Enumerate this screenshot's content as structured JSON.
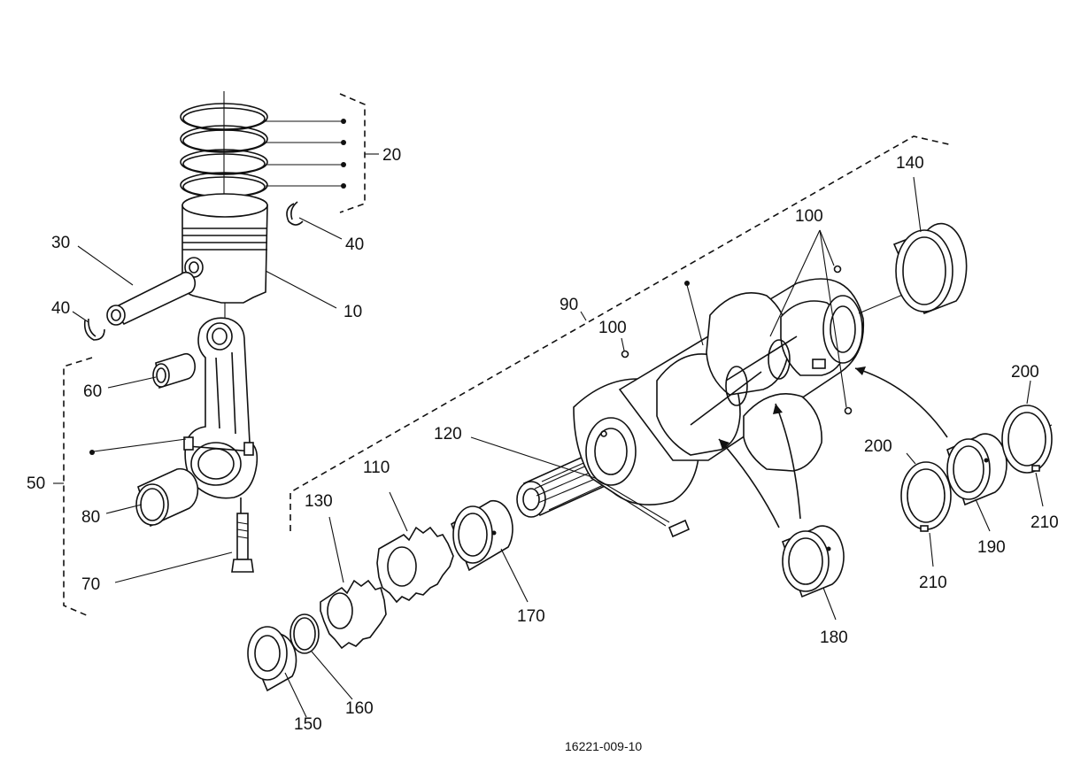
{
  "figure_code": "16221-009-10",
  "callouts": {
    "c10": "10",
    "c20": "20",
    "c30": "30",
    "c40a": "40",
    "c40b": "40",
    "c50": "50",
    "c60": "60",
    "c70": "70",
    "c80": "80",
    "c90": "90",
    "c100a": "100",
    "c100b": "100",
    "c110": "110",
    "c120": "120",
    "c130": "130",
    "c140": "140",
    "c150": "150",
    "c160": "160",
    "c170": "170",
    "c180": "180",
    "c190": "190",
    "c200a": "200",
    "c200b": "200",
    "c210a": "210",
    "c210b": "210"
  }
}
